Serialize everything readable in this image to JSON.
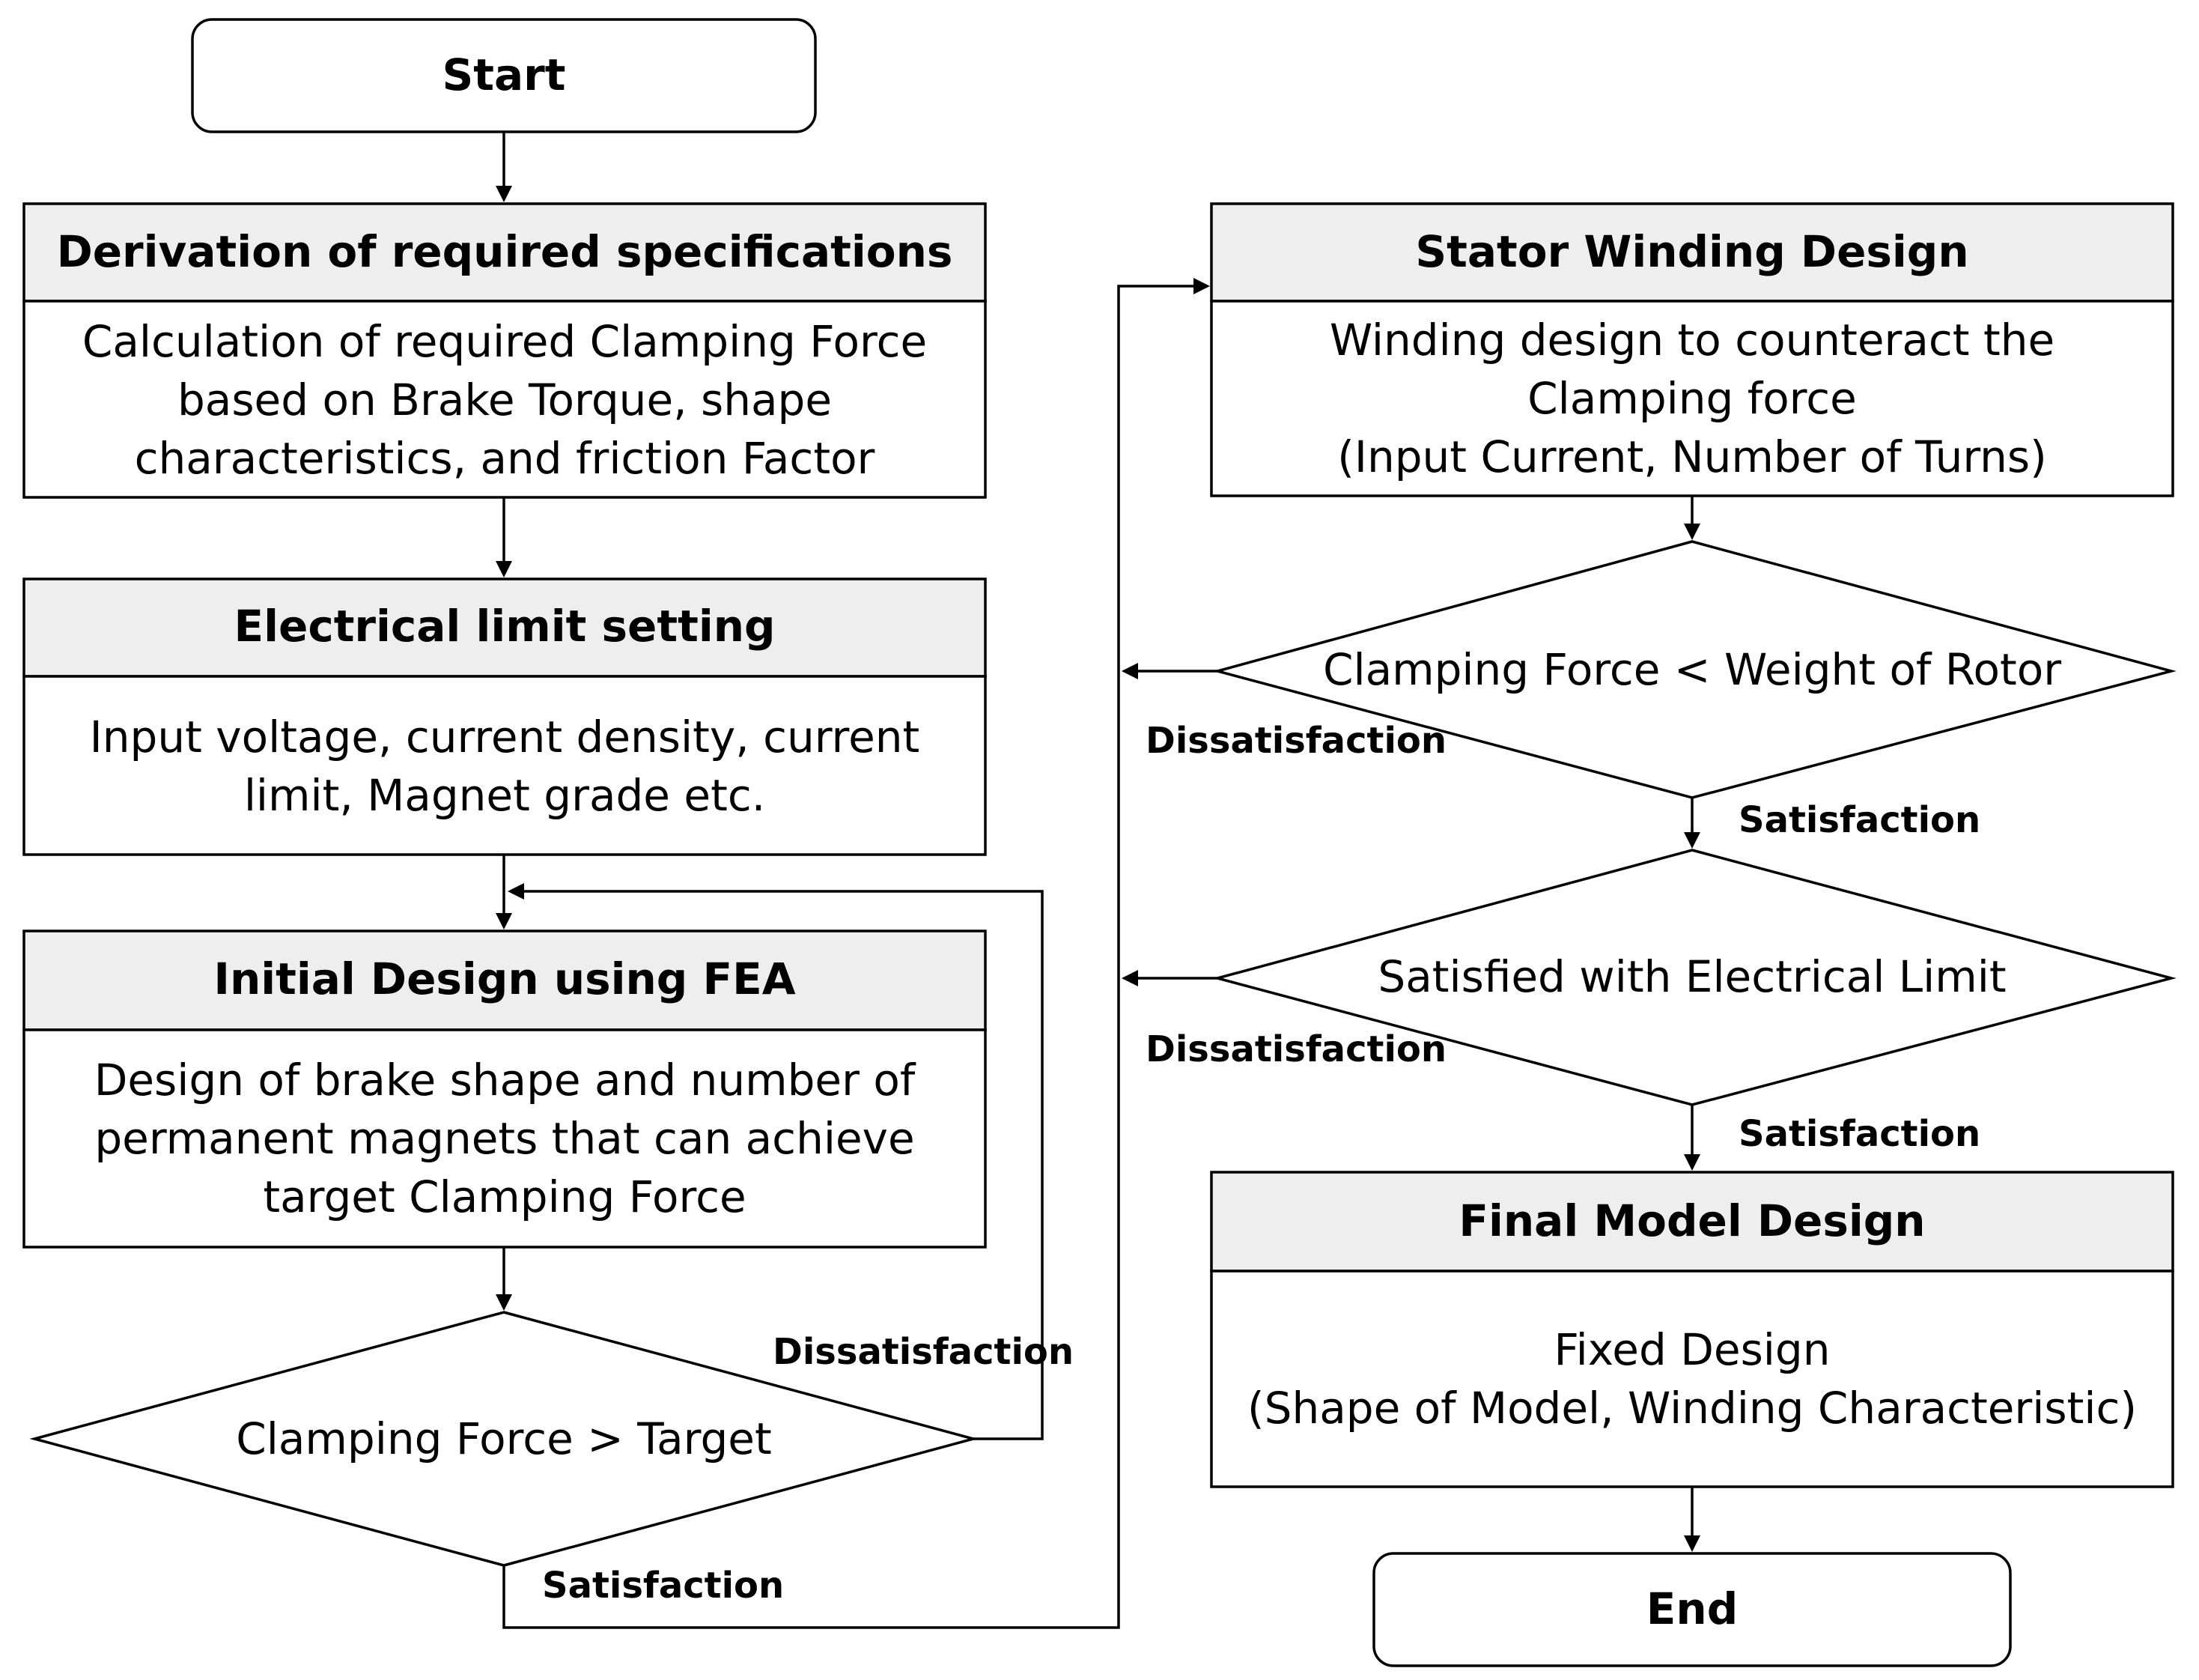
{
  "start": "Start",
  "end": "End",
  "box1": {
    "title": "Derivation of required specifications",
    "lines": [
      "Calculation of required Clamping Force",
      "based on Brake Torque, shape",
      "characteristics, and friction Factor"
    ]
  },
  "box2": {
    "title": "Electrical limit setting",
    "lines": [
      "Input voltage, current density, current",
      "limit, Magnet grade etc."
    ]
  },
  "box3": {
    "title": "Initial Design using FEA",
    "lines": [
      "Design of brake shape and number of",
      "permanent magnets that can achieve",
      "target Clamping Force"
    ]
  },
  "box4": {
    "title": "Stator Winding Design",
    "lines": [
      "Winding design to counteract the",
      "Clamping force",
      "(Input Current, Number of Turns)"
    ]
  },
  "box5": {
    "title": "Final Model Design",
    "lines": [
      "Fixed Design",
      "(Shape of Model, Winding Characteristic)"
    ]
  },
  "decision1": "Clamping Force > Target",
  "decision2": "Clamping Force < Weight of Rotor",
  "decision3": "Satisfied with Electrical Limit",
  "labels": {
    "d1_yes": "Satisfaction",
    "d1_no": "Dissatisfaction",
    "d2_yes": "Satisfaction",
    "d2_no": "Dissatisfaction",
    "d3_yes": "Satisfaction",
    "d3_no": "Dissatisfaction"
  }
}
